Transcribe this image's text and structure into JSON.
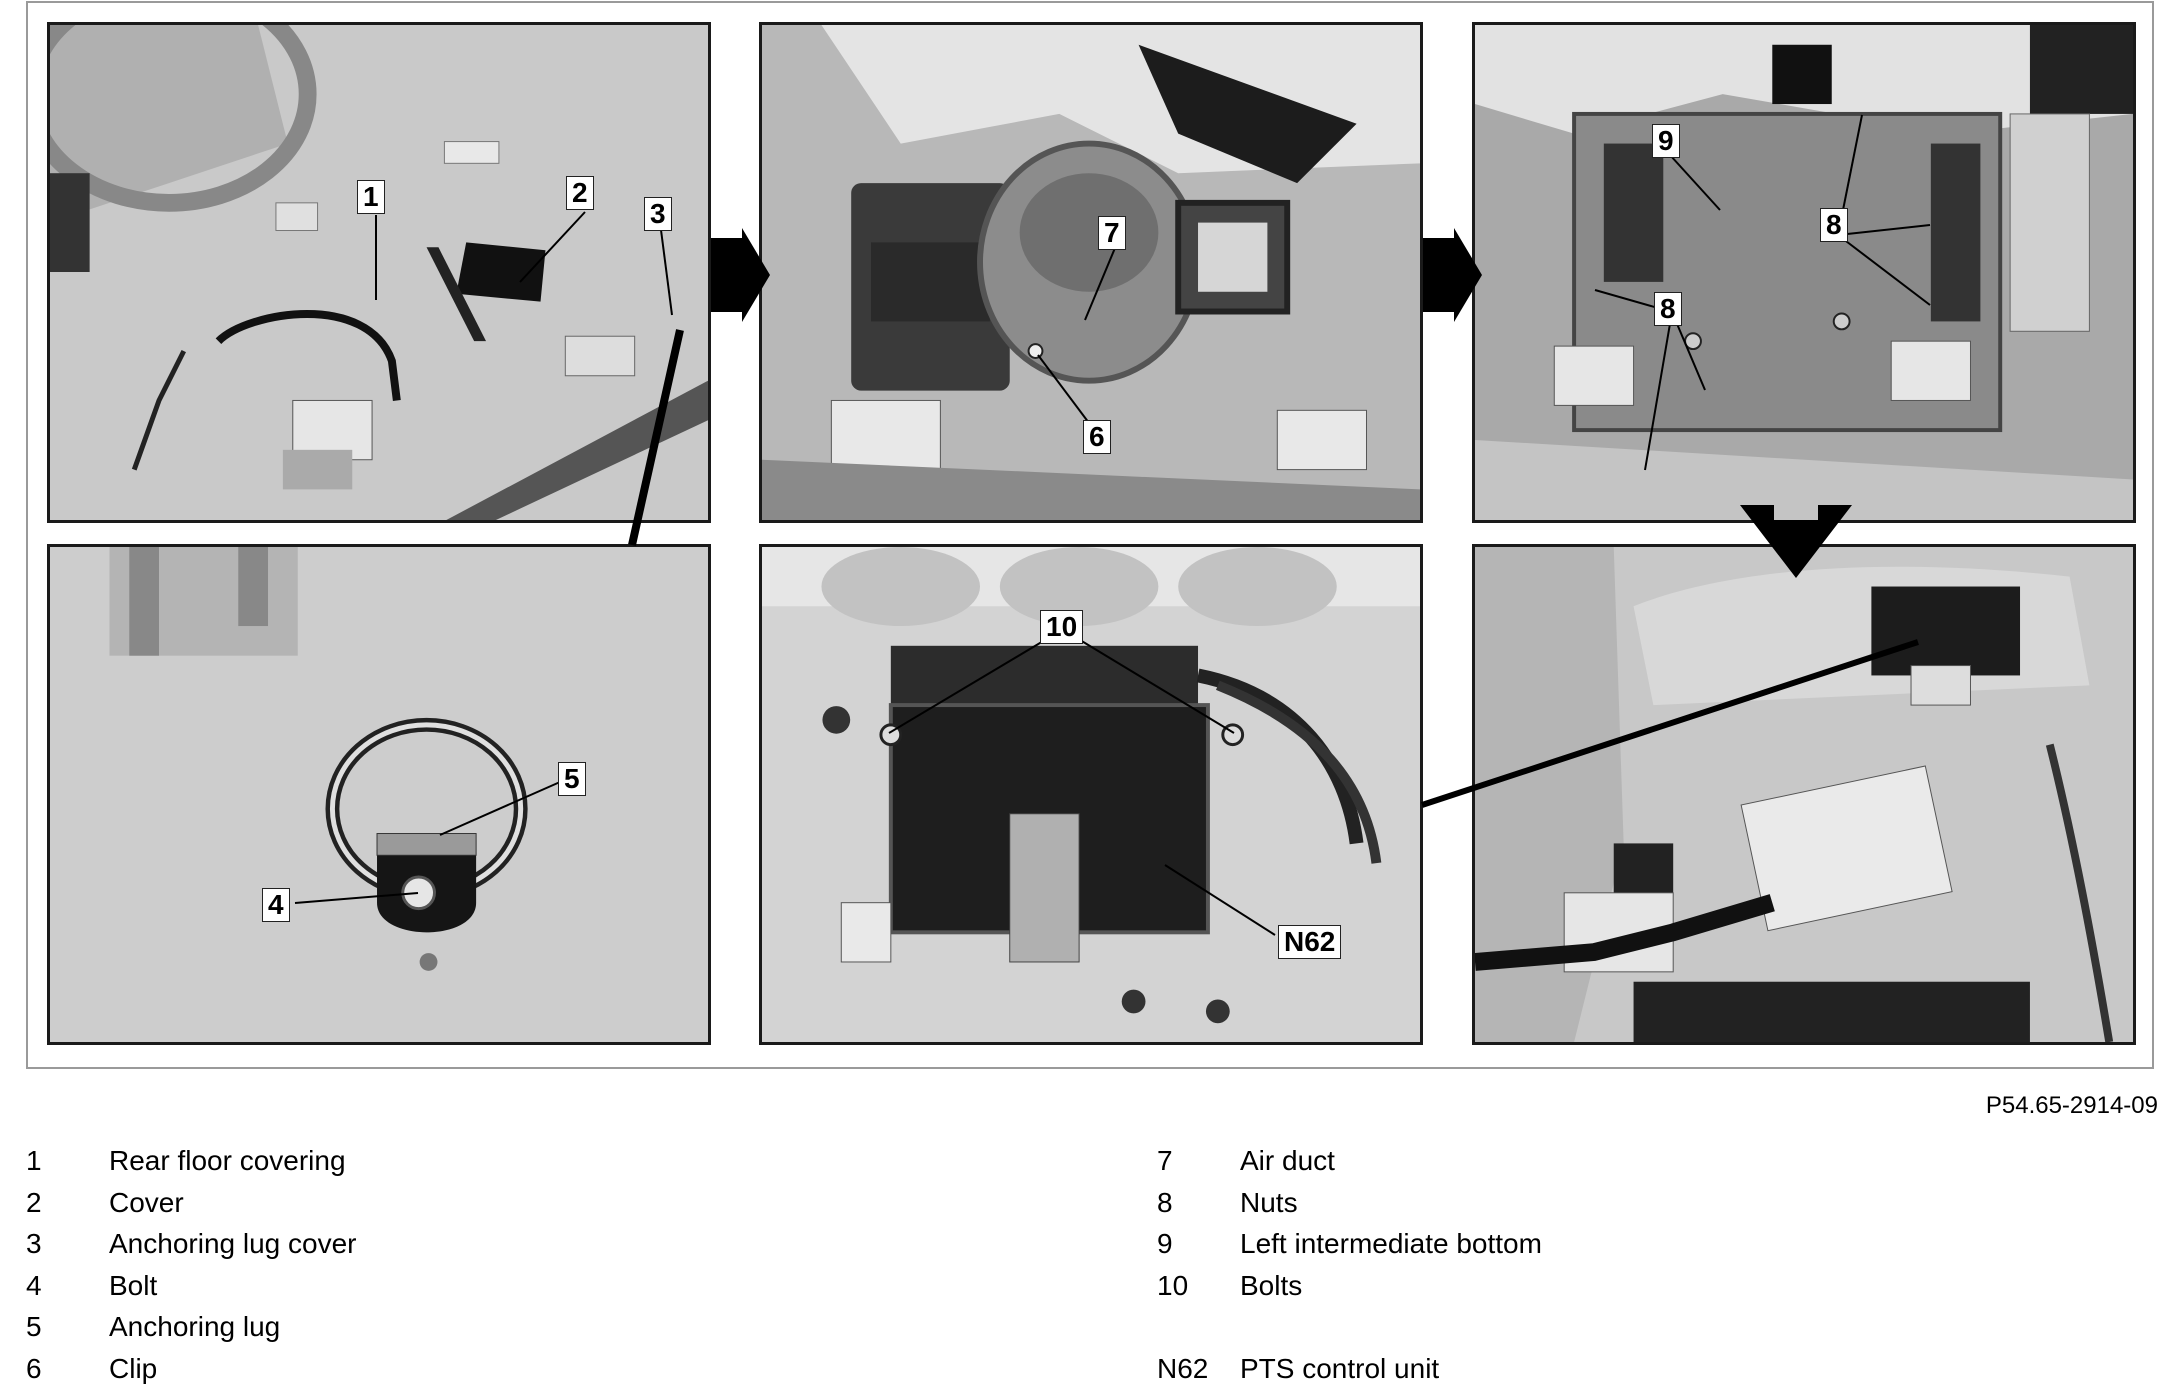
{
  "figure": {
    "code": "P54.65-2914-09",
    "panels": [
      {
        "id": "p1",
        "callouts": [
          "1",
          "2",
          "3"
        ]
      },
      {
        "id": "p2",
        "callouts": [
          "7",
          "6"
        ]
      },
      {
        "id": "p3",
        "callouts": [
          "9",
          "8",
          "8"
        ]
      },
      {
        "id": "p4",
        "callouts": [
          "5",
          "4"
        ]
      },
      {
        "id": "p5",
        "callouts": [
          "10",
          "N62"
        ]
      },
      {
        "id": "p6",
        "callouts": []
      }
    ]
  },
  "legend": {
    "left": [
      {
        "num": "1",
        "label": "Rear floor covering"
      },
      {
        "num": "2",
        "label": "Cover"
      },
      {
        "num": "3",
        "label": "Anchoring lug cover"
      },
      {
        "num": "4",
        "label": "Bolt"
      },
      {
        "num": "5",
        "label": "Anchoring lug"
      },
      {
        "num": "6",
        "label": "Clip"
      }
    ],
    "right": [
      {
        "num": "7",
        "label": "Air duct"
      },
      {
        "num": "8",
        "label": "Nuts"
      },
      {
        "num": "9",
        "label": "Left intermediate bottom"
      },
      {
        "num": "10",
        "label": "Bolts"
      }
    ],
    "extra": {
      "num": "N62",
      "label": "PTS control unit"
    }
  },
  "colors": {
    "photo_bg": "#cfcfcf",
    "frame": "#9a9a9a",
    "text": "#000000"
  }
}
